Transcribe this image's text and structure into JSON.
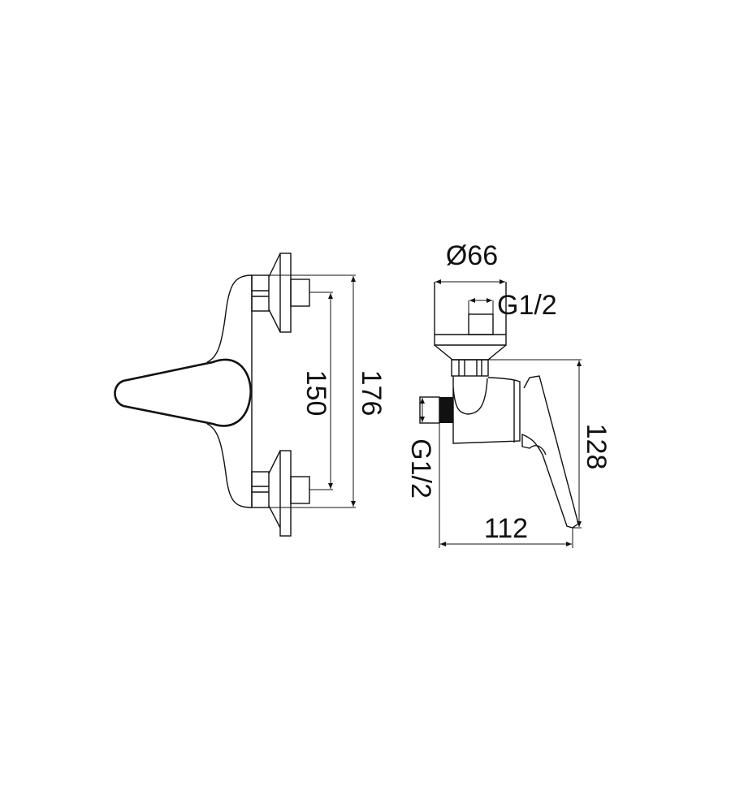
{
  "drawing": {
    "front_view": {
      "dim_inlet_spacing": "150",
      "dim_total_height": "176"
    },
    "side_view": {
      "dim_flange_diameter": "Ø66",
      "dim_top_thread": "G1/2",
      "dim_outlet_thread": "G1/2",
      "dim_height": "128",
      "dim_depth": "112"
    }
  }
}
